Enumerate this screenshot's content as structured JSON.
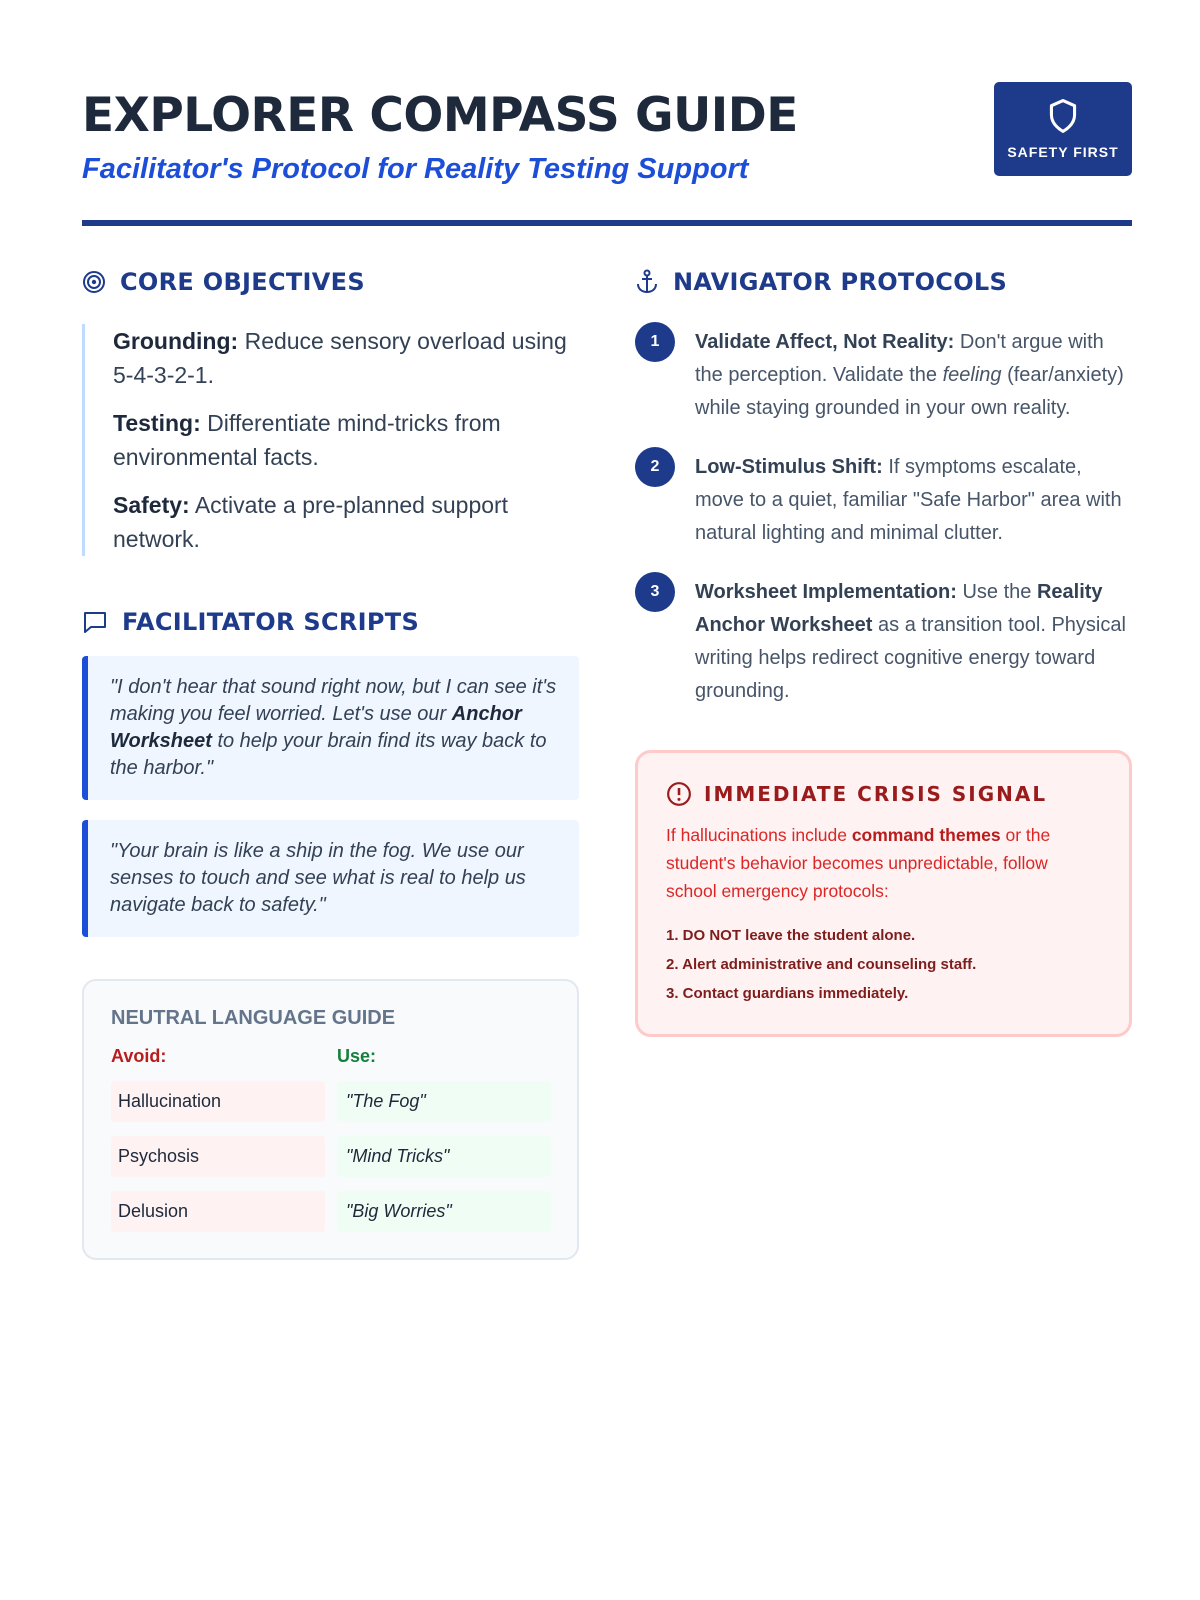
{
  "header": {
    "title": "EXPLORER COMPASS GUIDE",
    "subtitle": "Facilitator's Protocol for Reality Testing Support",
    "badge": "SAFETY FIRST",
    "badge_icon": "shield-icon"
  },
  "core": {
    "heading": "CORE OBJECTIVES",
    "items": [
      {
        "label": "Grounding:",
        "text": " Reduce sensory overload using 5-4-3-2-1."
      },
      {
        "label": "Testing:",
        "text": " Differentiate mind-tricks from environmental facts."
      },
      {
        "label": "Safety:",
        "text": " Activate a pre-planned support network."
      }
    ]
  },
  "scripts": {
    "heading": "FACILITATOR SCRIPTS",
    "s1a": "\"I don't hear that sound right now, but I can see it's making you feel worried. Let's use our ",
    "s1b": "Anchor Worksheet",
    "s1c": " to help your brain find its way back to the harbor.\"",
    "s2": "\"Your brain is like a ship in the fog. We use our senses to touch and see what is real to help us navigate back to safety.\""
  },
  "language": {
    "title": "NEUTRAL LANGUAGE GUIDE",
    "avoid_label": "Avoid:",
    "use_label": "Use:",
    "rows": [
      {
        "avoid": "Hallucination",
        "use": "\"The Fog\""
      },
      {
        "avoid": "Psychosis",
        "use": "\"Mind Tricks\""
      },
      {
        "avoid": "Delusion",
        "use": "\"Big Worries\""
      }
    ]
  },
  "navigator": {
    "heading": "NAVIGATOR PROTOCOLS",
    "steps": [
      {
        "n": "1",
        "label": "Validate Affect, Not Reality:",
        "a": " Don't argue with the perception. Validate the ",
        "em": "feeling",
        "b": " (fear/anxiety) while staying grounded in your own reality."
      },
      {
        "n": "2",
        "label": "Low-Stimulus Shift:",
        "a": " If symptoms escalate, move to a quiet, familiar \"Safe Harbor\" area with natural lighting and minimal clutter."
      },
      {
        "n": "3",
        "label": "Worksheet Implementation:",
        "a": " Use the ",
        "strong": "Reality Anchor Worksheet",
        "b": " as a transition tool. Physical writing helps redirect cognitive energy toward grounding."
      }
    ]
  },
  "crisis": {
    "heading": "IMMEDIATE CRISIS SIGNAL",
    "d1": "If hallucinations include ",
    "d2": "command themes",
    "d3": " or the student's behavior becomes unpredictable, follow school emergency protocols:",
    "steps": [
      "1. DO NOT leave the student alone.",
      "2. Alert administrative and counseling staff.",
      "3. Contact guardians immediately."
    ]
  },
  "colors": {
    "navy": "#1e3a8a",
    "blue": "#1d4ed8",
    "red": "#991b1b",
    "green": "#15803d"
  }
}
